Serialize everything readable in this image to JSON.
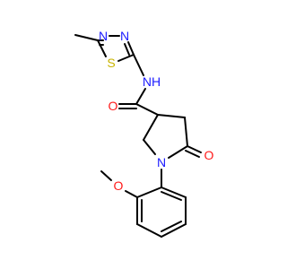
{
  "molecule": {
    "atoms": {
      "S": {
        "text": "S",
        "color": "#c8b400"
      },
      "N_thiadiazole_top": {
        "text": "N",
        "color": "#1a1aff"
      },
      "N_thiadiazole_right": {
        "text": "N",
        "color": "#1a1aff"
      },
      "NH": {
        "text": "NH",
        "color": "#1a1aff"
      },
      "O_amide": {
        "text": "O",
        "color": "#ff1a1a"
      },
      "N_ring": {
        "text": "N",
        "color": "#1a1aff"
      },
      "O_ketone": {
        "text": "O",
        "color": "#ff1a1a"
      },
      "O_methoxy": {
        "text": "O",
        "color": "#ff1a1a"
      }
    }
  }
}
